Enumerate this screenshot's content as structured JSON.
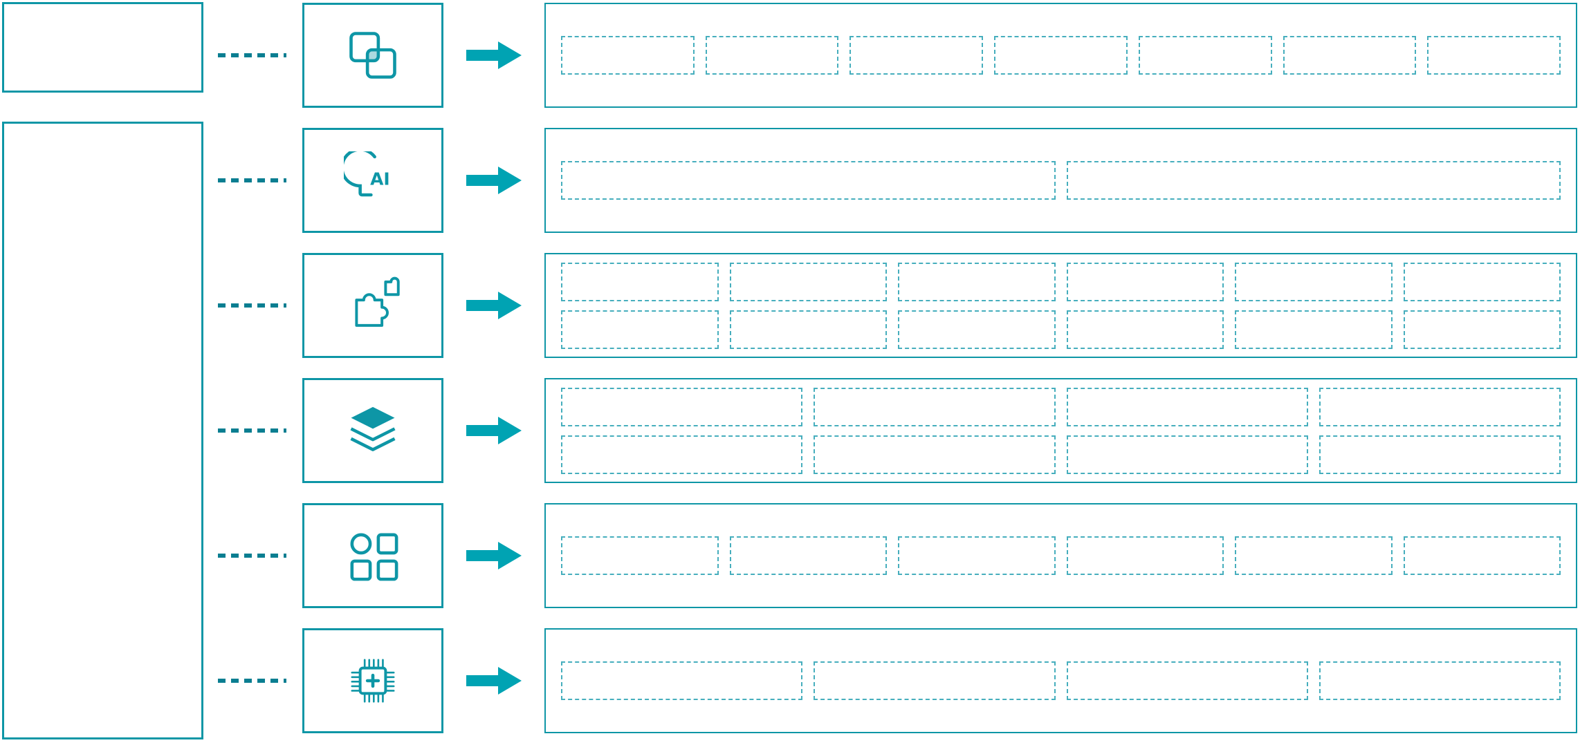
{
  "diagram": {
    "type": "architecture-flow",
    "background": "#ffffff"
  },
  "colors": {
    "primary": "#0e96a6",
    "arrow": "#00a3b3",
    "dashed_box": "#46aebd",
    "connector": "#0a7e91"
  },
  "left_panel": {
    "top_box": {
      "label": ""
    },
    "main_box": {
      "label": ""
    }
  },
  "rows": [
    {
      "id": "row-1",
      "icon": "overlapping-frames-icon",
      "lines": 1,
      "boxes_per_line": 7,
      "total_boxes": 7
    },
    {
      "id": "row-2",
      "icon": "ai-head-icon",
      "lines": 1,
      "boxes_per_line": 2,
      "total_boxes": 2
    },
    {
      "id": "row-3",
      "icon": "puzzle-pieces-icon",
      "lines": 2,
      "boxes_per_line": 6,
      "total_boxes": 12
    },
    {
      "id": "row-4",
      "icon": "layers-icon",
      "lines": 2,
      "boxes_per_line": 4,
      "total_boxes": 8
    },
    {
      "id": "row-5",
      "icon": "app-grid-icon",
      "lines": 1,
      "boxes_per_line": 6,
      "total_boxes": 6
    },
    {
      "id": "row-6",
      "icon": "chip-plus-icon",
      "lines": 1,
      "boxes_per_line": 4,
      "total_boxes": 4
    }
  ]
}
